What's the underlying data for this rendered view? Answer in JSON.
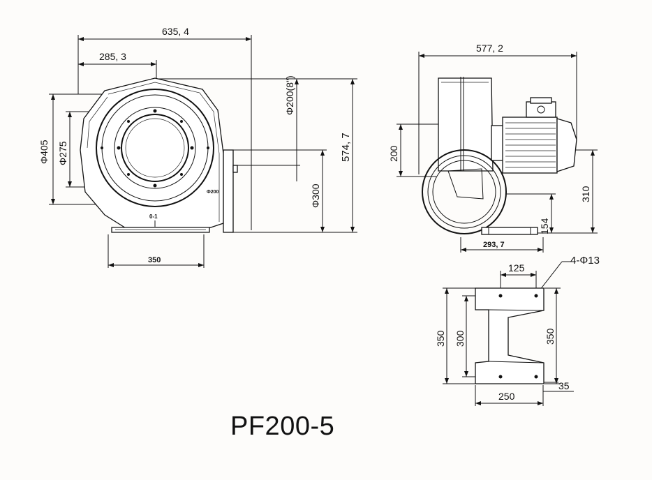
{
  "model": "PF200-5",
  "front_view": {
    "overall_width": "635, 4",
    "center_offset": "285, 3",
    "inlet_diameter": "Φ200(8\")",
    "height": "574, 7",
    "body_diameter": "Φ405",
    "ring_diameter": "Φ275",
    "outlet_size": "Φ300",
    "base_width": "350",
    "nameplate": "Φ200",
    "motor_tag": "0-1"
  },
  "side_view": {
    "overall_length": "577, 2",
    "outlet_height": "200",
    "shaft_height": "310",
    "outlet_center_height": "154",
    "base_offset": "293, 7"
  },
  "base_plan": {
    "hole_spec": "4-Φ13",
    "hole_spacing_x": "125",
    "base_depth_outer": "350",
    "hole_spacing_y": "300",
    "base_depth_right": "350",
    "base_width": "250",
    "edge_offset": "35"
  }
}
